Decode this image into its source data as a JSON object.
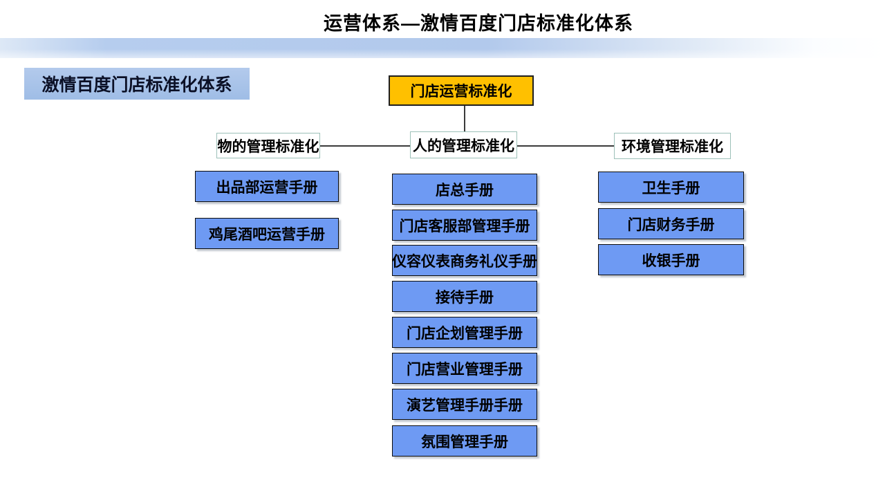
{
  "slide": {
    "title": "运营体系—激情百度门店标准化体系",
    "heading": "激情百度门店标准化体系"
  },
  "colors": {
    "root_fill": "#FFC000",
    "manual_fill": "#6E9AF3",
    "heading_fill": "#A6C2E8",
    "branch_border": "#9CC0B8",
    "band_blue": "#B5CCEE",
    "text": "#000000"
  },
  "tree": {
    "root": {
      "label": "门店运营标准化"
    },
    "branches": [
      {
        "label": "物的管理标准化",
        "children": [
          "出品部运营手册",
          "鸡尾酒吧运营手册"
        ]
      },
      {
        "label": "人的管理标准化",
        "children": [
          "店总手册",
          "门店客服部管理手册",
          "仪容仪表商务礼仪手册",
          "接待手册",
          "门店企划管理手册",
          "门店营业管理手册",
          "演艺管理手册手册",
          "氛围管理手册"
        ]
      },
      {
        "label": "环境管理标准化",
        "children": [
          "卫生手册",
          "门店财务手册",
          "收银手册"
        ]
      }
    ]
  }
}
